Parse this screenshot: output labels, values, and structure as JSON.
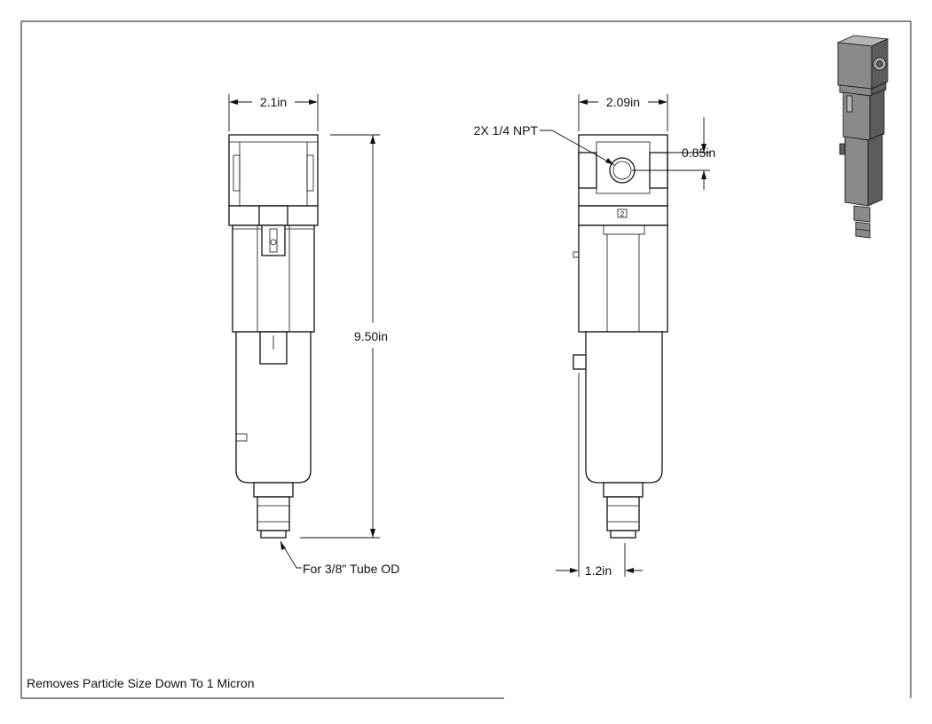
{
  "drawing": {
    "front_view": {
      "width_dim": "2.1in",
      "height_dim": "9.50in",
      "tube_callout": "For 3/8\" Tube OD"
    },
    "side_view": {
      "width_dim": "2.09in",
      "port_callout": "2X 1/4 NPT",
      "port_height_dim": "0.85in",
      "offset_dim": "1.2in",
      "port_label": "2"
    },
    "footer_note": "Removes Particle Size Down To 1 Micron"
  },
  "colors": {
    "line": "#111111",
    "iso_body": "#8a8a8a",
    "iso_dark": "#5c5c5c",
    "iso_light": "#b4b4b4"
  }
}
